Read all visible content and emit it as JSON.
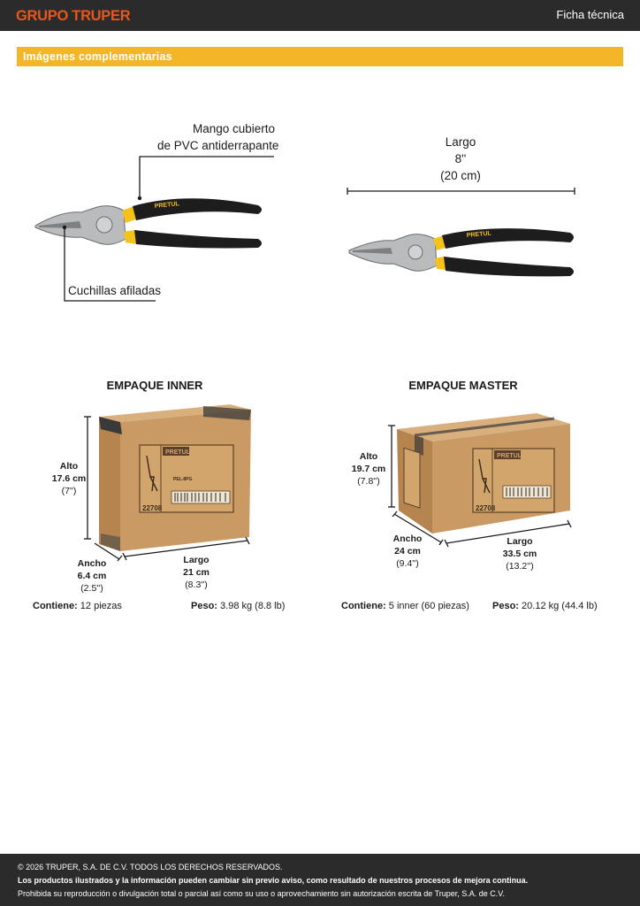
{
  "header": {
    "brand": "GRUPO TRUPER",
    "doc_type": "Ficha técnica"
  },
  "section": {
    "title": "Imágenes complementarias"
  },
  "product": {
    "brand_on_handle": "PRETUL",
    "callout_handle_line1": "Mango cubierto",
    "callout_handle_line2": "de PVC antiderrapante",
    "callout_blades": "Cuchillas afiladas",
    "length_label": "Largo",
    "length_in": "8''",
    "length_cm": "(20 cm)"
  },
  "packages": {
    "inner": {
      "title": "EMPAQUE INNER",
      "alto_label": "Alto",
      "alto_cm": "17.6 cm",
      "alto_in": "(7'')",
      "ancho_label": "Ancho",
      "ancho_cm": "6.4 cm",
      "ancho_in": "(2.5'')",
      "largo_label": "Largo",
      "largo_cm": "21 cm",
      "largo_in": "(8.3'')",
      "contains_label": "Contiene:",
      "contains_value": "12 piezas",
      "weight_label": "Peso:",
      "weight_value": "3.98 kg (8.8 lb)",
      "box_brand": "PRETUL",
      "box_code": "22708",
      "box_model": "PEL-8PG"
    },
    "master": {
      "title": "EMPAQUE MASTER",
      "alto_label": "Alto",
      "alto_cm": "19.7 cm",
      "alto_in": "(7.8'')",
      "ancho_label": "Ancho",
      "ancho_cm": "24 cm",
      "ancho_in": "(9.4'')",
      "largo_label": "Largo",
      "largo_cm": "33.5 cm",
      "largo_in": "(13.2'')",
      "contains_label": "Contiene:",
      "contains_value": "5 inner (60 piezas)",
      "weight_label": "Peso:",
      "weight_value": "20.12 kg (44.4 lb)",
      "box_brand": "PRETUL",
      "box_code": "22708"
    }
  },
  "footer": {
    "copyright": "© 2026 TRUPER, S.A. DE C.V. TODOS LOS DERECHOS RESERVADOS.",
    "notice": "Los productos ilustrados y la información pueden cambiar sin previo aviso, como resultado de nuestros procesos de mejora continua.",
    "prohibition": "Prohibida su reproducción o divulgación total o parcial así como su uso o aprovechamiento sin autorización escrita de Truper, S.A. de C.V."
  },
  "colors": {
    "brand_orange": "#e8561c",
    "accent_yellow": "#f4b529",
    "dark": "#2b2b2b",
    "cardboard": "#c99a63"
  }
}
